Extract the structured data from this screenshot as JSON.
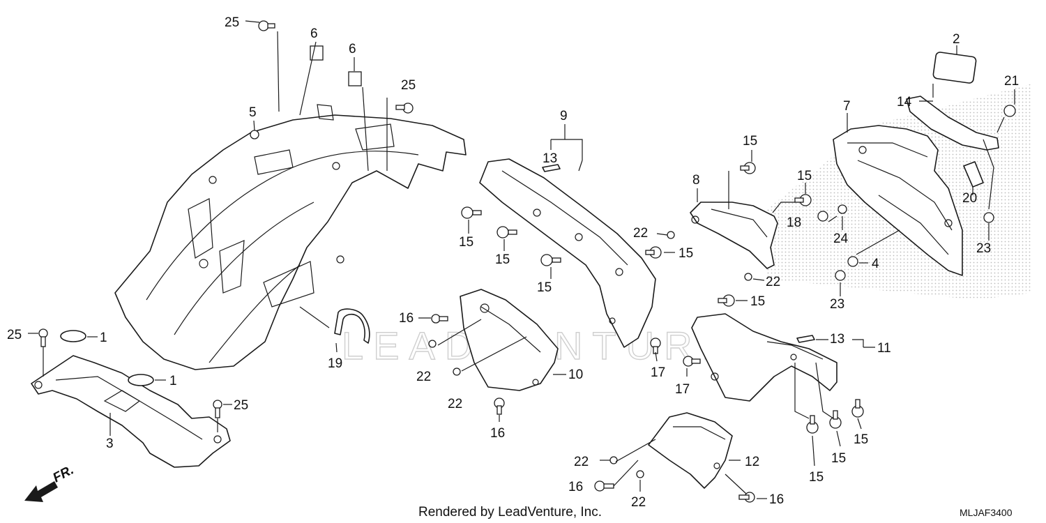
{
  "watermark": "LEADVENTURE",
  "footer": {
    "credit": "Rendered by LeadVenture, Inc.",
    "diagram_code": "MLJAF3400"
  },
  "direction": {
    "label": "FR."
  },
  "callouts": [
    {
      "id": "c25a",
      "text": "25"
    },
    {
      "id": "c6a",
      "text": "6"
    },
    {
      "id": "c6b",
      "text": "6"
    },
    {
      "id": "c25b",
      "text": "25"
    },
    {
      "id": "c5",
      "text": "5"
    },
    {
      "id": "c9",
      "text": "9"
    },
    {
      "id": "c13a",
      "text": "13"
    },
    {
      "id": "c15a",
      "text": "15"
    },
    {
      "id": "c15b",
      "text": "15"
    },
    {
      "id": "c15c",
      "text": "15"
    },
    {
      "id": "c15d",
      "text": "15"
    },
    {
      "id": "c16a",
      "text": "16"
    },
    {
      "id": "c22a",
      "text": "22"
    },
    {
      "id": "c22b",
      "text": "22"
    },
    {
      "id": "c10",
      "text": "10"
    },
    {
      "id": "c16b",
      "text": "16"
    },
    {
      "id": "c17a",
      "text": "17"
    },
    {
      "id": "c19",
      "text": "19"
    },
    {
      "id": "c25c",
      "text": "25"
    },
    {
      "id": "c1a",
      "text": "1"
    },
    {
      "id": "c1b",
      "text": "1"
    },
    {
      "id": "c25d",
      "text": "25"
    },
    {
      "id": "c3",
      "text": "3"
    },
    {
      "id": "c15e",
      "text": "15"
    },
    {
      "id": "c8",
      "text": "8"
    },
    {
      "id": "c15f",
      "text": "15"
    },
    {
      "id": "c22c",
      "text": "22"
    },
    {
      "id": "c22d",
      "text": "22"
    },
    {
      "id": "c15g",
      "text": "15"
    },
    {
      "id": "c2",
      "text": "2"
    },
    {
      "id": "c14",
      "text": "14"
    },
    {
      "id": "c7",
      "text": "7"
    },
    {
      "id": "c21",
      "text": "21"
    },
    {
      "id": "c20",
      "text": "20"
    },
    {
      "id": "c18",
      "text": "18"
    },
    {
      "id": "c24",
      "text": "24"
    },
    {
      "id": "c23a",
      "text": "23"
    },
    {
      "id": "c4",
      "text": "4"
    },
    {
      "id": "c23b",
      "text": "23"
    },
    {
      "id": "c13b",
      "text": "13"
    },
    {
      "id": "c11",
      "text": "11"
    },
    {
      "id": "c17b",
      "text": "17"
    },
    {
      "id": "c15h",
      "text": "15"
    },
    {
      "id": "c15i",
      "text": "15"
    },
    {
      "id": "c15j",
      "text": "15"
    },
    {
      "id": "c22e",
      "text": "22"
    },
    {
      "id": "c12",
      "text": "12"
    },
    {
      "id": "c16c",
      "text": "16"
    },
    {
      "id": "c22f",
      "text": "22"
    },
    {
      "id": "c16d",
      "text": "16"
    }
  ]
}
